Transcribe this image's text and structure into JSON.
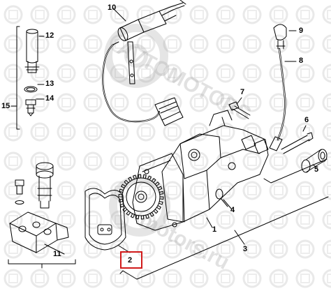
{
  "diagram": {
    "callouts": {
      "c1": "1",
      "c2": "2",
      "c3": "3",
      "c4": "4",
      "c5": "5",
      "c6": "6",
      "c7": "7",
      "c8": "8",
      "c9": "9",
      "c10": "10",
      "c11": "11",
      "c12": "12",
      "c13": "13",
      "c14": "14",
      "c15": "15"
    },
    "highlighted_part": "2",
    "highlight_color": "#d11a1a",
    "line_color": "#000000",
    "watermark": {
      "text_upper": "AVTOMOTORS",
      "text_lower": "motors.ru",
      "color": "#bdbdbd"
    }
  }
}
